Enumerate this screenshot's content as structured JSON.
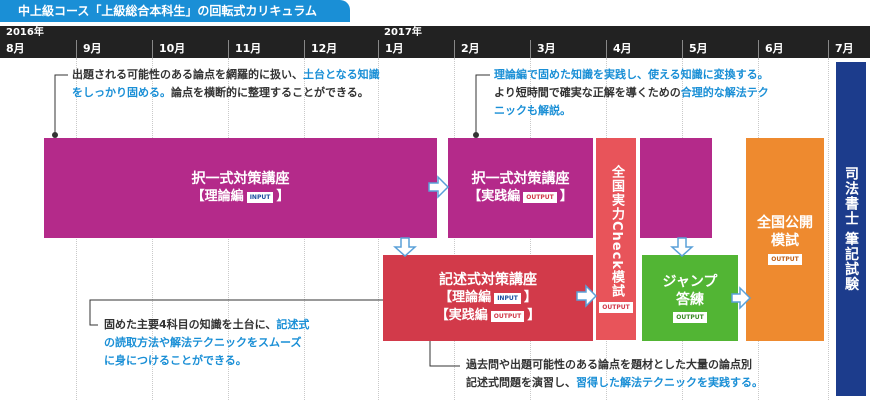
{
  "title": "中上級コース「上級総合本科生」の回転式カリキュラム",
  "years": [
    "2016年",
    "2017年"
  ],
  "months": [
    "8月",
    "9月",
    "10月",
    "11月",
    "12月",
    "1月",
    "2月",
    "3月",
    "4月",
    "5月",
    "6月",
    "7月"
  ],
  "notes": {
    "top_left": {
      "line1_plain": "出題される可能性のある論点を網羅的に扱い、",
      "line1_hl": "土台となる知識",
      "line2_hl": "をしっかり固める。",
      "line2_plain": "論点を横断的に整理することができる。"
    },
    "top_right": {
      "line1_hl": "理論編で固めた知識を実践し、使える知識に変換する。",
      "line2_plain": "より短時間で確実な正解を導くための",
      "line2_hl": "合理的な解法テク",
      "line3_hl": "ニックも解説。"
    },
    "bottom_left": {
      "line1_plain": "固めた主要4科目の知識を土台に、",
      "line1_hl": "記述式",
      "line2_hl": "の読取方法や解法テクニックをスムーズ",
      "line3_hl": "に身につけることができる。"
    },
    "bottom_right": {
      "line1_plain": "過去問や出題可能性のある論点を題材とした大量の論点別",
      "line2_plain": "記述式問題を演習し、",
      "line2_hl": "習得した解法テクニックを実践する。"
    }
  },
  "boxes": {
    "theory": {
      "title": "択一式対策講座",
      "sub": "【理論編",
      "badge": "INPUT",
      "close": "】"
    },
    "practice": {
      "title": "択一式対策講座",
      "sub": "【実践編",
      "badge": "OUTPUT",
      "close": "】"
    },
    "written": {
      "title": "記述式対策講座",
      "sub1": "【理論編",
      "badge1": "INPUT",
      "close1": "】",
      "sub2": "【実践編",
      "badge2": "OUTPUT",
      "close2": "】"
    },
    "check": {
      "title": "全国実力Check模試",
      "badge": "OUTPUT"
    },
    "jump": {
      "title1": "ジャンプ",
      "title2": "答練",
      "badge": "OUTPUT"
    },
    "mock": {
      "title1": "全国公開",
      "title2": "模試",
      "badge": "OUTPUT"
    },
    "exam": {
      "title": "司法書士 筆記試験"
    }
  }
}
